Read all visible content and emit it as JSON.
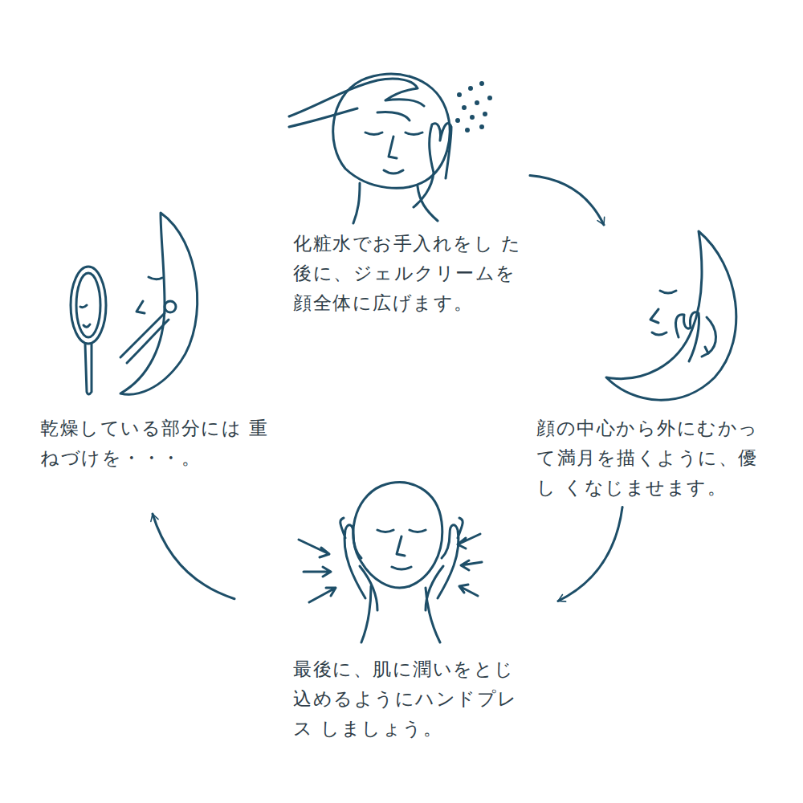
{
  "diagram": {
    "nodes": [
      {
        "text": [
          "化粧水でお手入れをし た後に、ジェルクリームを 顔全体に広げます。"
        ]
      },
      {
        "text": [
          "顔の中心から外にむかっ て満月を描くように、優し くなじませます。"
        ]
      },
      {
        "text": [
          "最後に、肌に潤いをとじ 込めるようにハンドプレス しましょう。"
        ]
      },
      {
        "text": [
          "乾燥している部分には 重ねづけを・・・。"
        ]
      }
    ],
    "edges": [
      {
        "from": 0,
        "to": 1,
        "arrow": "to"
      },
      {
        "from": 1,
        "to": 2,
        "arrow": "to"
      },
      {
        "from": 2,
        "to": 3,
        "arrow": "to"
      }
    ]
  }
}
